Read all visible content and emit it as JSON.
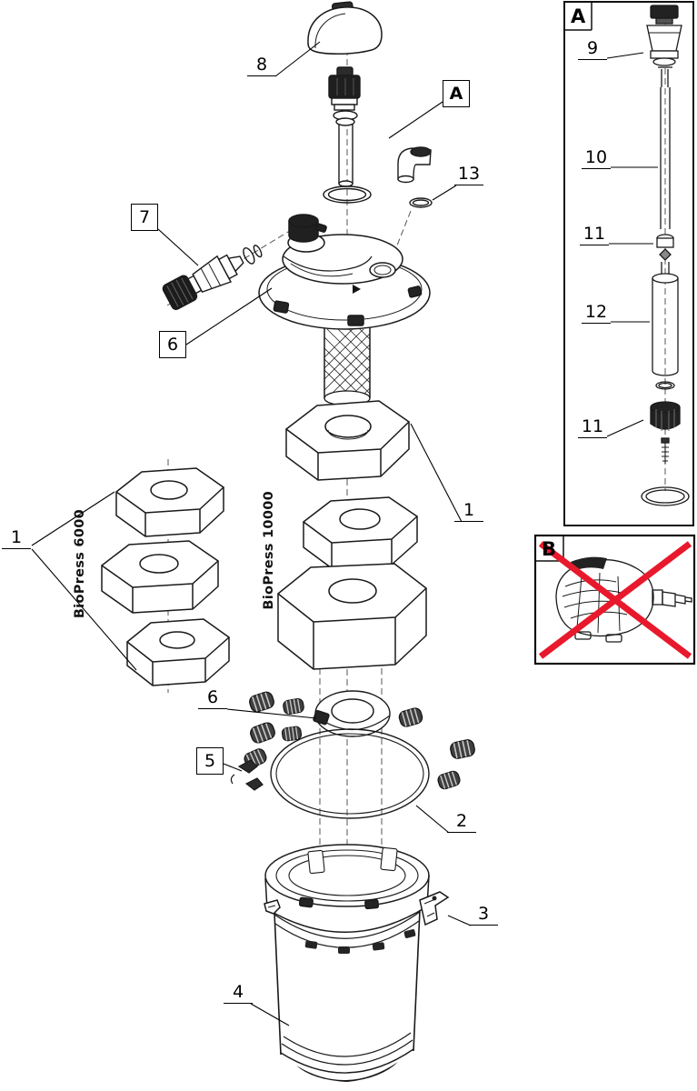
{
  "figure": {
    "kind": "exploded-parts-diagram",
    "products": {
      "left": "BioPress 6000",
      "right": "BioPress 10000"
    }
  },
  "panels": {
    "a": {
      "label": "A"
    },
    "b": {
      "label": "B",
      "crossed_out": true
    }
  },
  "callouts": {
    "main": [
      {
        "label": "8"
      },
      {
        "label": "A"
      },
      {
        "label": "13"
      },
      {
        "label": "7"
      },
      {
        "label": "6"
      },
      {
        "label": "1"
      },
      {
        "label": "1"
      },
      {
        "label": "6"
      },
      {
        "label": "5"
      },
      {
        "label": "2"
      },
      {
        "label": "3"
      },
      {
        "label": "4"
      }
    ],
    "panel_a": [
      {
        "label": "9"
      },
      {
        "label": "10"
      },
      {
        "label": "11"
      },
      {
        "label": "12"
      },
      {
        "label": "11"
      }
    ]
  },
  "colors": {
    "line": "#1a1a1a",
    "background": "#ffffff",
    "prohibition_cross": "#e8192c"
  }
}
